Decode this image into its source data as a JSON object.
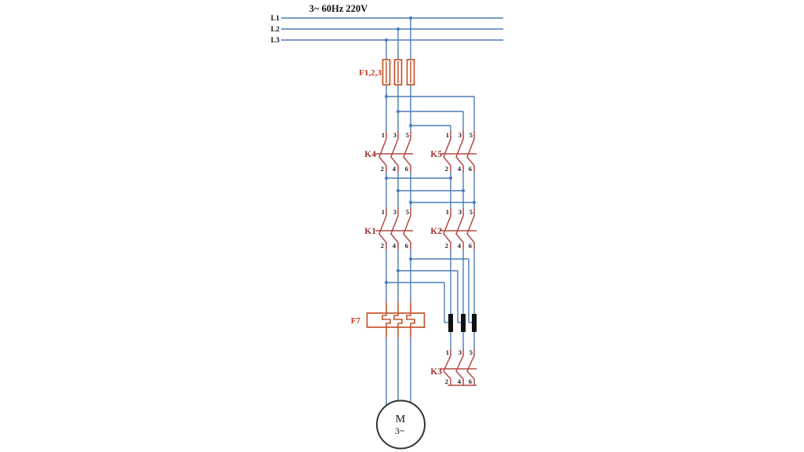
{
  "title": "3~ 60Hz 220V",
  "colors": {
    "wire": "#4d7cb8",
    "contact": "#b04a45",
    "contact_label": "#9c2f2f",
    "fuse": "#c4552d",
    "fuse_label": "#c43a20",
    "terminal": "#1b1b35",
    "text": "#111111",
    "bar": "#111111",
    "motor": "#333333"
  },
  "bus": {
    "labels": [
      "L1",
      "L2",
      "L3"
    ]
  },
  "fuse_bank": {
    "label": "F1,2,3"
  },
  "contactors": {
    "k4": {
      "label": "K4",
      "top": [
        "1",
        "3",
        "5"
      ],
      "bottom": [
        "2",
        "4",
        "6"
      ]
    },
    "k5": {
      "label": "K5",
      "top": [
        "1",
        "3",
        "5"
      ],
      "bottom": [
        "2",
        "4",
        "6"
      ]
    },
    "k1": {
      "label": "K1",
      "top": [
        "1",
        "3",
        "5"
      ],
      "bottom": [
        "2",
        "4",
        "6"
      ]
    },
    "k2": {
      "label": "K2",
      "top": [
        "1",
        "3",
        "5"
      ],
      "bottom": [
        "2",
        "4",
        "6"
      ]
    },
    "k3": {
      "label": "K3",
      "top": [
        "1",
        "3",
        "5"
      ],
      "bottom": [
        "2",
        "4",
        "6"
      ]
    }
  },
  "overload_relay": {
    "label": "F7"
  },
  "motor": {
    "label": "M",
    "phase": "3~"
  }
}
